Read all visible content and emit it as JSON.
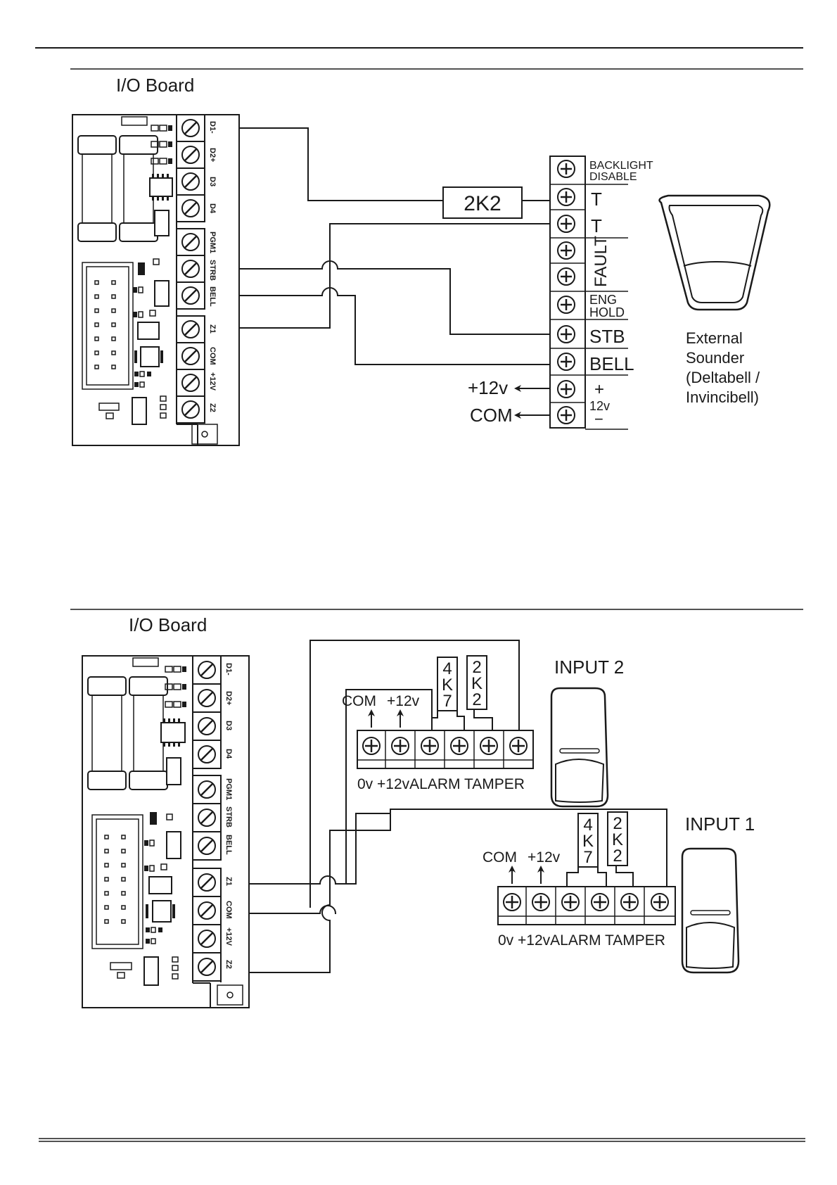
{
  "diagram1": {
    "title": "I/O Board",
    "board_terminals": [
      "D1-",
      "D2+",
      "D3",
      "D4",
      "PGM1",
      "STRB",
      "BELL",
      "Z1",
      "COM",
      "+12V",
      "Z2"
    ],
    "resistor": "2K2",
    "sounder_terminals": {
      "backlight_line1": "BACKLIGHT",
      "backlight_line2": "DISABLE",
      "t1": "T",
      "t2": "T",
      "fault": "FAULT",
      "eng_line1": "ENG",
      "eng_line2": "HOLD",
      "stb": "STB",
      "bell": "BELL",
      "plus": "+",
      "voltage": "12v",
      "minus": "−"
    },
    "supply_plus": "+12v",
    "supply_com": "COM",
    "sounder_label": [
      "External",
      "Sounder",
      "(Deltabell /",
      "Invincibell)"
    ]
  },
  "diagram2": {
    "title": "I/O Board",
    "board_terminals": [
      "D1-",
      "D2+",
      "D3",
      "D4",
      "PGM1",
      "STRB",
      "BELL",
      "Z1",
      "COM",
      "+12V",
      "Z2"
    ],
    "input2": {
      "title": "INPUT 2",
      "resistor_a": [
        "4",
        "K",
        "7"
      ],
      "resistor_b": [
        "2",
        "K",
        "2"
      ],
      "com": "COM",
      "plus12": "+12v",
      "bottom_labels": "0v +12vALARM TAMPER"
    },
    "input1": {
      "title": "INPUT 1",
      "resistor_a": [
        "4",
        "K",
        "7"
      ],
      "resistor_b": [
        "2",
        "K",
        "2"
      ],
      "com": "COM",
      "plus12": "+12v",
      "bottom_labels": "0v +12vALARM TAMPER"
    }
  }
}
